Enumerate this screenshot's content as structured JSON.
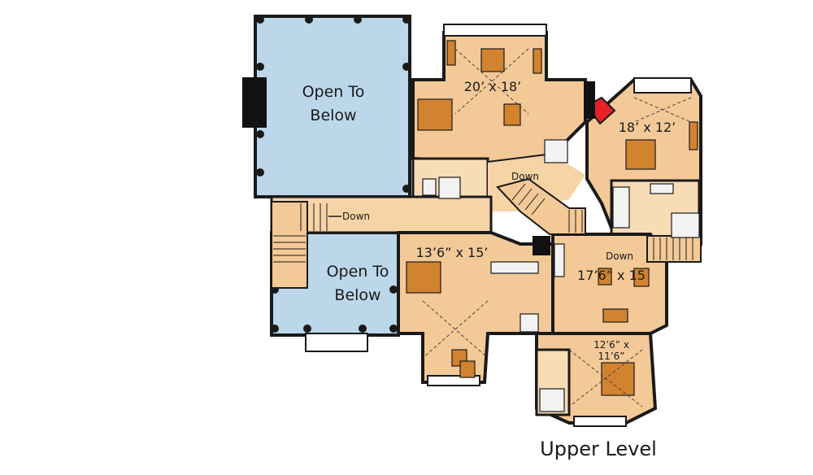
{
  "labels": {
    "open_to_below_top": [
      "Open To",
      "Below"
    ],
    "open_to_below_bottom": [
      "Open To",
      "Below"
    ],
    "room_nw": "20’ x 18’",
    "room_ne": "18’ x 12’",
    "room_center_left": "13’6” x 15’",
    "room_center_right": "17’6” x 15",
    "room_se": [
      "12’6” x",
      "11’6”"
    ],
    "down_gallery": "Down",
    "down_stair": "Down",
    "down_east": "Down",
    "level_title": "Upper Level"
  },
  "colors": {
    "floor": "#f3c997",
    "floor_light": "#f8dcb6",
    "open_area": "#bcd7ea",
    "wall": "#1a1a1a",
    "furniture": "#d2832f",
    "fireplace_marker": "#e8202a",
    "chimney": "#111111"
  }
}
